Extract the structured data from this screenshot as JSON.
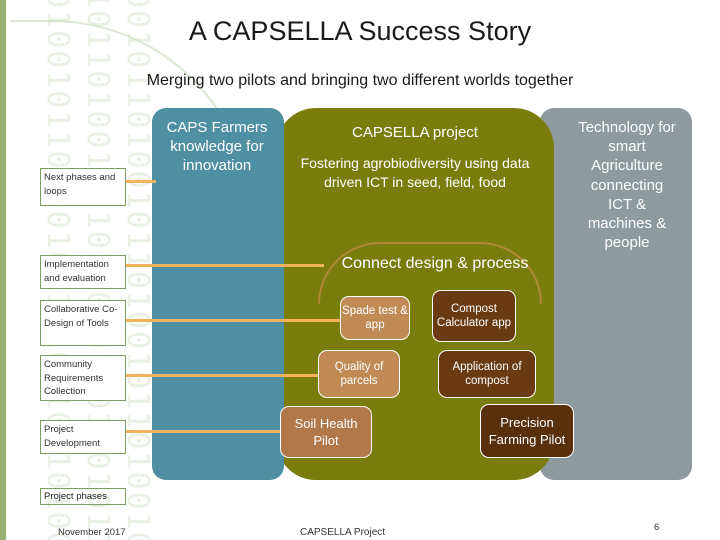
{
  "slide": {
    "title": "A CAPSELLA Success Story",
    "subtitle": "Merging two pilots and bringing two different worlds together"
  },
  "columns": {
    "caps": "CAPS Farmers knowledge for innovation",
    "capsella_title": "CAPSELLA project",
    "capsella_desc": "Fostering agrobiodiversity using data driven ICT in seed, field, food",
    "technology": "Technology for smart Agriculture connecting ICT & machines & people",
    "connect": "Connect design & process"
  },
  "phases": [
    {
      "label": "Next phases and loops"
    },
    {
      "label": "Implementation and evaluation"
    },
    {
      "label": "Collaborative Co-Design of Tools"
    },
    {
      "label": "Community Requirements Collection"
    },
    {
      "label": "Project Development"
    }
  ],
  "phases_caption": "Project phases",
  "nodes": {
    "spade": "Spade test & app",
    "compost_calc": "Compost Calculator app",
    "quality": "Quality of parcels",
    "application": "Application of compost",
    "soil": "Soil Health Pilot",
    "precision": "Precision Farming Pilot"
  },
  "footer": {
    "date": "November 2017",
    "project": "CAPSELLA Project",
    "page": "6"
  },
  "colors": {
    "teal": "#4f8fa3",
    "olive": "#7a7d0e",
    "grey": "#8e9a9d",
    "tan": "#c08a54",
    "dark_brown": "#6a3a12",
    "connector": "#f3b35a"
  }
}
